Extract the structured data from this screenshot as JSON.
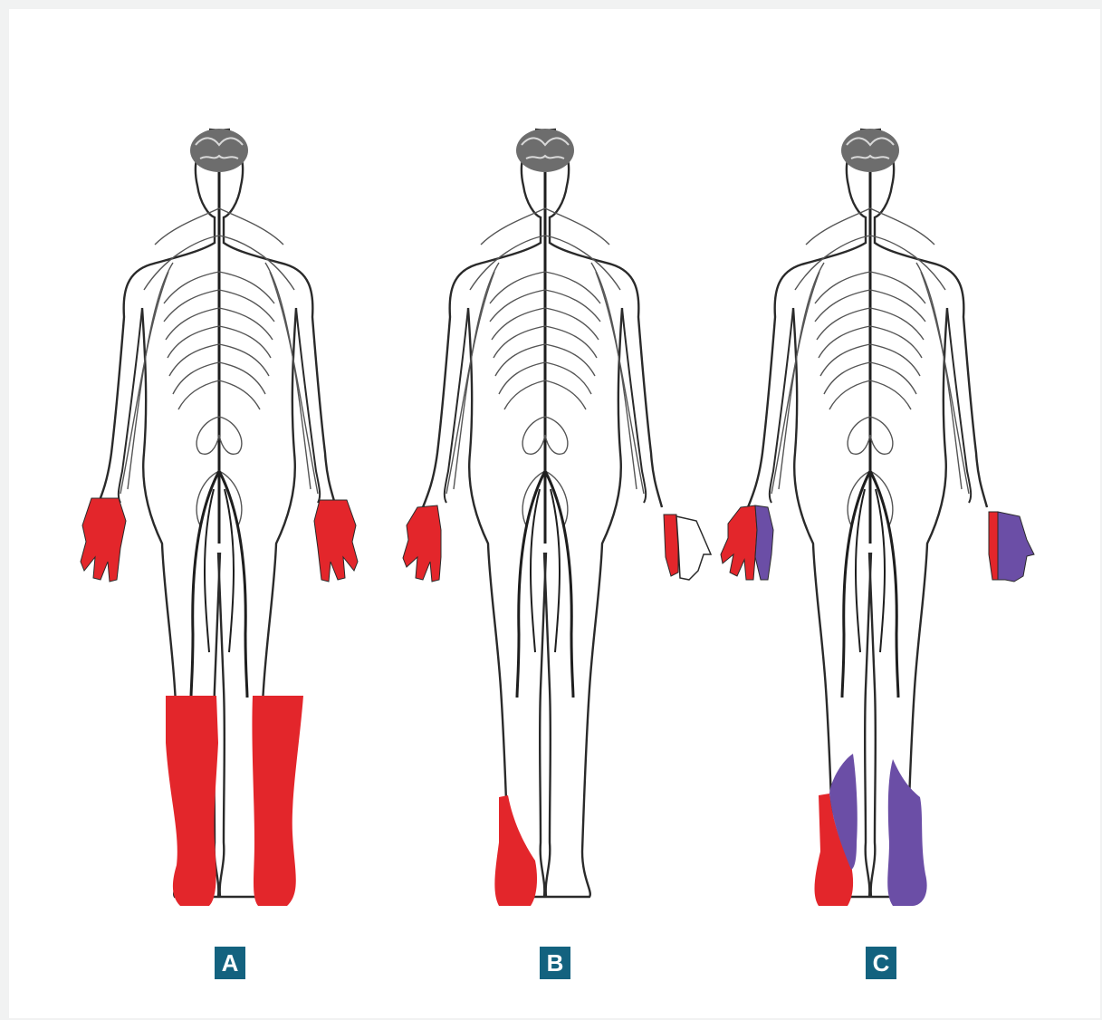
{
  "colors": {
    "affected": "#e3262b",
    "secondary": "#6b4ea6",
    "outline": "#2a2a2a",
    "nerve": "#1e1e1e",
    "label_bg": "#13627f",
    "label_text": "#ffffff"
  },
  "panels": [
    {
      "label": "A",
      "highlighted_regions": [
        "left-hand",
        "right-hand",
        "left-lower-leg-foot",
        "right-lower-leg-foot"
      ],
      "region_colors": [
        "affected"
      ]
    },
    {
      "label": "B",
      "highlighted_regions": [
        "left-hand",
        "right-wrist-partial",
        "left-foot-partial"
      ],
      "region_colors": [
        "affected"
      ]
    },
    {
      "label": "C",
      "highlighted_regions": [
        "left-hand",
        "right-hand",
        "left-lower-leg-foot",
        "right-lower-leg-foot"
      ],
      "region_colors": [
        "affected",
        "secondary"
      ]
    }
  ]
}
